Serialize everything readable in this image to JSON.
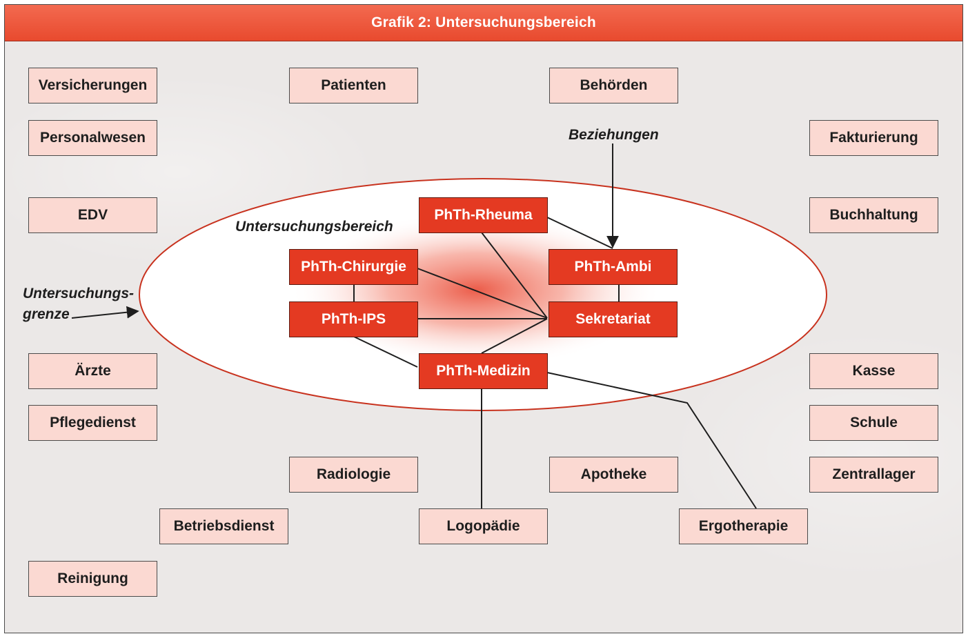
{
  "title": "Grafik 2:  Untersuchungsbereich",
  "annotations": {
    "area_label": "Untersuchungsbereich",
    "relations_label": "Beziehungen",
    "boundary_line1": "Untersuchungs-",
    "boundary_line2": "grenze"
  },
  "inner_nodes": {
    "rheuma": "PhTh-Rheuma",
    "chirurgie": "PhTh-Chirurgie",
    "ambi": "PhTh-Ambi",
    "ips": "PhTh-IPS",
    "sekretariat": "Sekretariat",
    "medizin": "PhTh-Medizin"
  },
  "outer_nodes": {
    "versicherungen": "Versicherungen",
    "patienten": "Patienten",
    "behoerden": "Behörden",
    "personalwesen": "Personalwesen",
    "fakturierung": "Fakturierung",
    "edv": "EDV",
    "buchhaltung": "Buchhaltung",
    "aerzte": "Ärzte",
    "kasse": "Kasse",
    "pflegedienst": "Pflegedienst",
    "schule": "Schule",
    "radiologie": "Radiologie",
    "apotheke": "Apotheke",
    "zentrallager": "Zentrallager",
    "betriebsdienst": "Betriebsdienst",
    "logopaedie": "Logopädie",
    "ergotherapie": "Ergotherapie",
    "reinigung": "Reinigung"
  },
  "colors": {
    "header": "#e84a2e",
    "inner_box": "#e43a22",
    "outer_box": "#fbd9d2",
    "ellipse_stroke": "#c8321e"
  }
}
